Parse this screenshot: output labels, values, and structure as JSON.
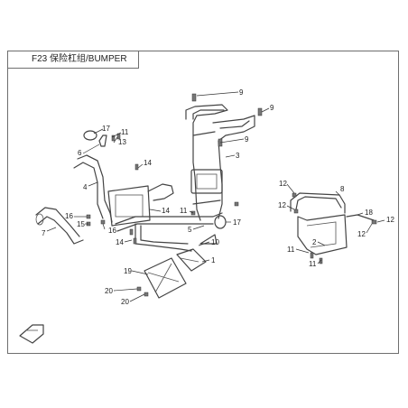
{
  "header": {
    "title": "F23 保险杠组/BUMPER"
  },
  "callouts": [
    {
      "id": "c9a",
      "text": "9"
    },
    {
      "id": "c9b",
      "text": "9"
    },
    {
      "id": "c9c",
      "text": "9"
    },
    {
      "id": "c17a",
      "text": "17"
    },
    {
      "id": "c6",
      "text": "6"
    },
    {
      "id": "c11a",
      "text": "11"
    },
    {
      "id": "c13",
      "text": "13"
    },
    {
      "id": "c3",
      "text": "3"
    },
    {
      "id": "c14a",
      "text": "14"
    },
    {
      "id": "c4",
      "text": "4"
    },
    {
      "id": "c12a",
      "text": "12"
    },
    {
      "id": "c8",
      "text": "8"
    },
    {
      "id": "c14b",
      "text": "14"
    },
    {
      "id": "c12b",
      "text": "12"
    },
    {
      "id": "c16a",
      "text": "16"
    },
    {
      "id": "c15",
      "text": "15"
    },
    {
      "id": "c11b",
      "text": "11"
    },
    {
      "id": "c17b",
      "text": "17"
    },
    {
      "id": "c18",
      "text": "18"
    },
    {
      "id": "c7",
      "text": "7"
    },
    {
      "id": "c16b",
      "text": "16"
    },
    {
      "id": "c5",
      "text": "5"
    },
    {
      "id": "c14c",
      "text": "14"
    },
    {
      "id": "c10",
      "text": "10"
    },
    {
      "id": "c12c",
      "text": "12"
    },
    {
      "id": "c12d",
      "text": "12"
    },
    {
      "id": "c11c",
      "text": "11"
    },
    {
      "id": "c2",
      "text": "2"
    },
    {
      "id": "c1",
      "text": "1"
    },
    {
      "id": "c11d",
      "text": "11"
    },
    {
      "id": "c19",
      "text": "19"
    },
    {
      "id": "c20a",
      "text": "20"
    },
    {
      "id": "c20b",
      "text": "20"
    }
  ]
}
